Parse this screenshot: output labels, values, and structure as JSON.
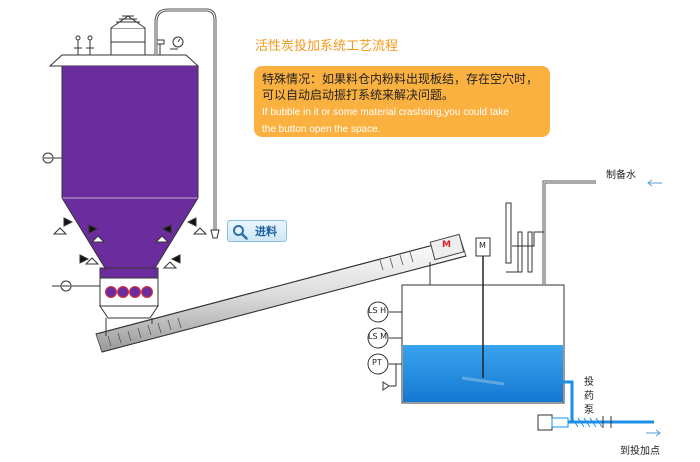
{
  "page": {
    "title": "活性炭投加系统工艺流程"
  },
  "note": {
    "cn_line1": "特殊情况：如果料仓内粉料出现板结，存在空穴时，",
    "cn_line2": "可以自动启动振打系统来解决问题。",
    "en_line1": "If bubble in it or some material crashsing,you could take",
    "en_line2": "the button open  the space."
  },
  "enter_button": {
    "label": "进料",
    "icon": "magnifier-icon"
  },
  "labels": {
    "prep_water": "制备水",
    "dosing_pump": "投药泵",
    "to_dosing_point": "到投加点",
    "motor": "M",
    "mixer_motor": "M"
  },
  "sensors": {
    "ls_high": "LS H",
    "ls_mid": "LS M",
    "pt": "PT"
  },
  "colors": {
    "silo_fill": "#6b2d9e",
    "tank_water": "#1a8ee0",
    "pipe_blue": "#1e8fe6",
    "title": "#f39a1e",
    "note_bg": "#fbb13f",
    "motor_label": "#d42020"
  }
}
